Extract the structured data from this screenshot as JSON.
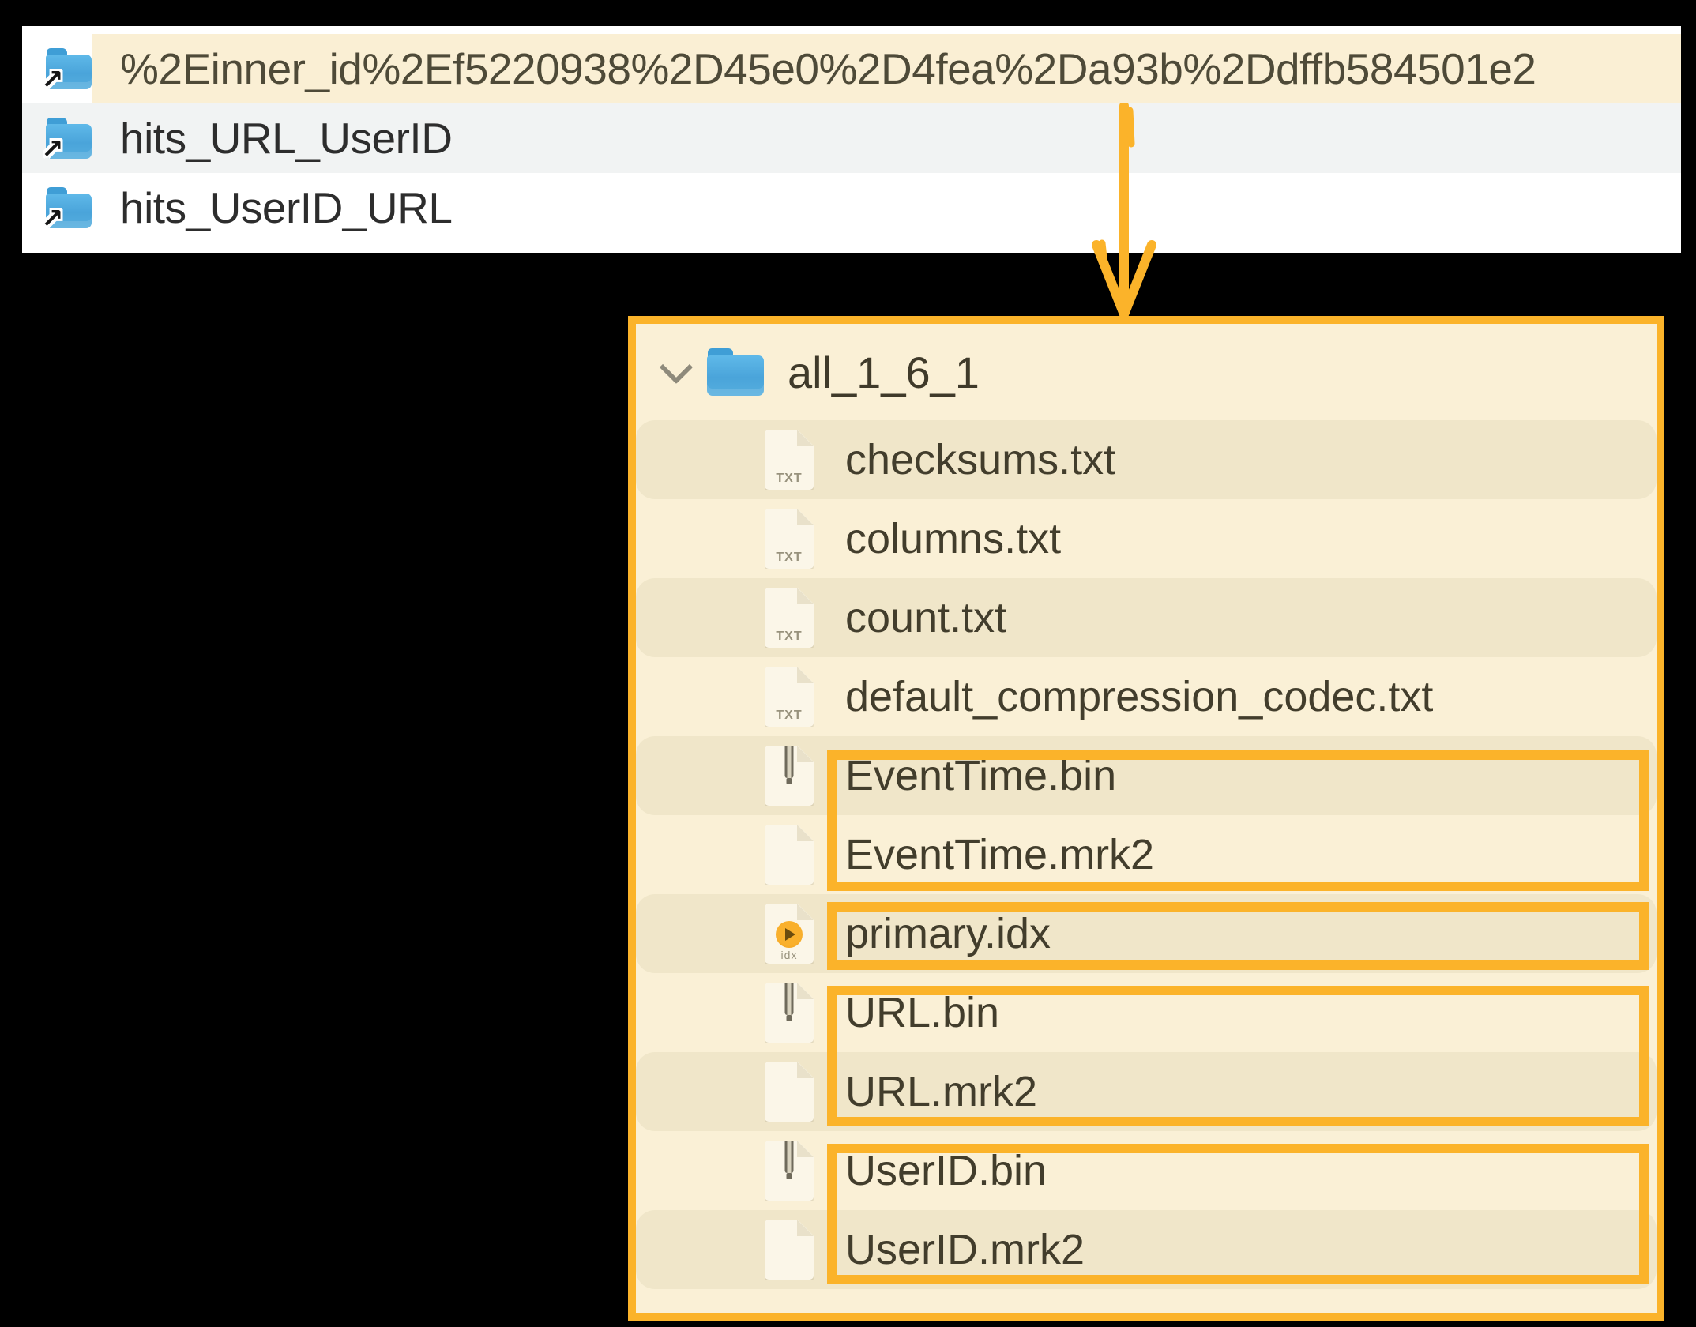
{
  "icons": {
    "alias_arrow": "↗",
    "txt_label": "TXT",
    "idx_label": "idx"
  },
  "colors": {
    "accent_orange": "#fbb32a",
    "selection_cream": "#faefd4",
    "panel_cream": "#faf0d6",
    "row_khaki": "#f0e6c9",
    "alt_row_gray": "#f1f3f3",
    "folder_blue": "#4aa4da"
  },
  "finder_list": {
    "rows": [
      {
        "name": "%2Einner_id%2Ef5220938%2D45e0%2D4fea%2Da93b%2Ddffb584501e2",
        "type": "folder-alias",
        "highlighted": true
      },
      {
        "name": "hits_URL_UserID",
        "type": "folder-alias",
        "highlighted": false
      },
      {
        "name": "hits_UserID_URL",
        "type": "folder-alias",
        "highlighted": false
      }
    ]
  },
  "tree_panel": {
    "folder": {
      "name": "all_1_6_1",
      "expanded": true
    },
    "files": [
      {
        "name": "checksums.txt",
        "kind": "txt"
      },
      {
        "name": "columns.txt",
        "kind": "txt"
      },
      {
        "name": "count.txt",
        "kind": "txt"
      },
      {
        "name": "default_compression_codec.txt",
        "kind": "txt"
      },
      {
        "name": "EventTime.bin",
        "kind": "bin",
        "boxed": true
      },
      {
        "name": "EventTime.mrk2",
        "kind": "mrk2",
        "boxed": true
      },
      {
        "name": "primary.idx",
        "kind": "idx",
        "boxed": true
      },
      {
        "name": "URL.bin",
        "kind": "bin",
        "boxed": true
      },
      {
        "name": "URL.mrk2",
        "kind": "mrk2",
        "boxed": true
      },
      {
        "name": "UserID.bin",
        "kind": "bin",
        "boxed": true
      },
      {
        "name": "UserID.mrk2",
        "kind": "mrk2",
        "boxed": true
      }
    ]
  }
}
